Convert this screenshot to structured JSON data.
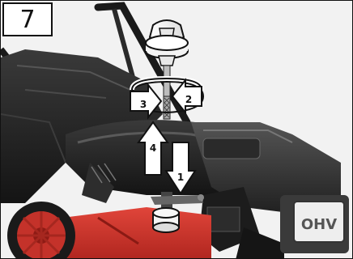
{
  "step": {
    "number": "7"
  },
  "arrows": {
    "a1": "1",
    "a2": "2",
    "a3": "3",
    "a4": "4"
  },
  "engine": {
    "badge": "OHV"
  }
}
